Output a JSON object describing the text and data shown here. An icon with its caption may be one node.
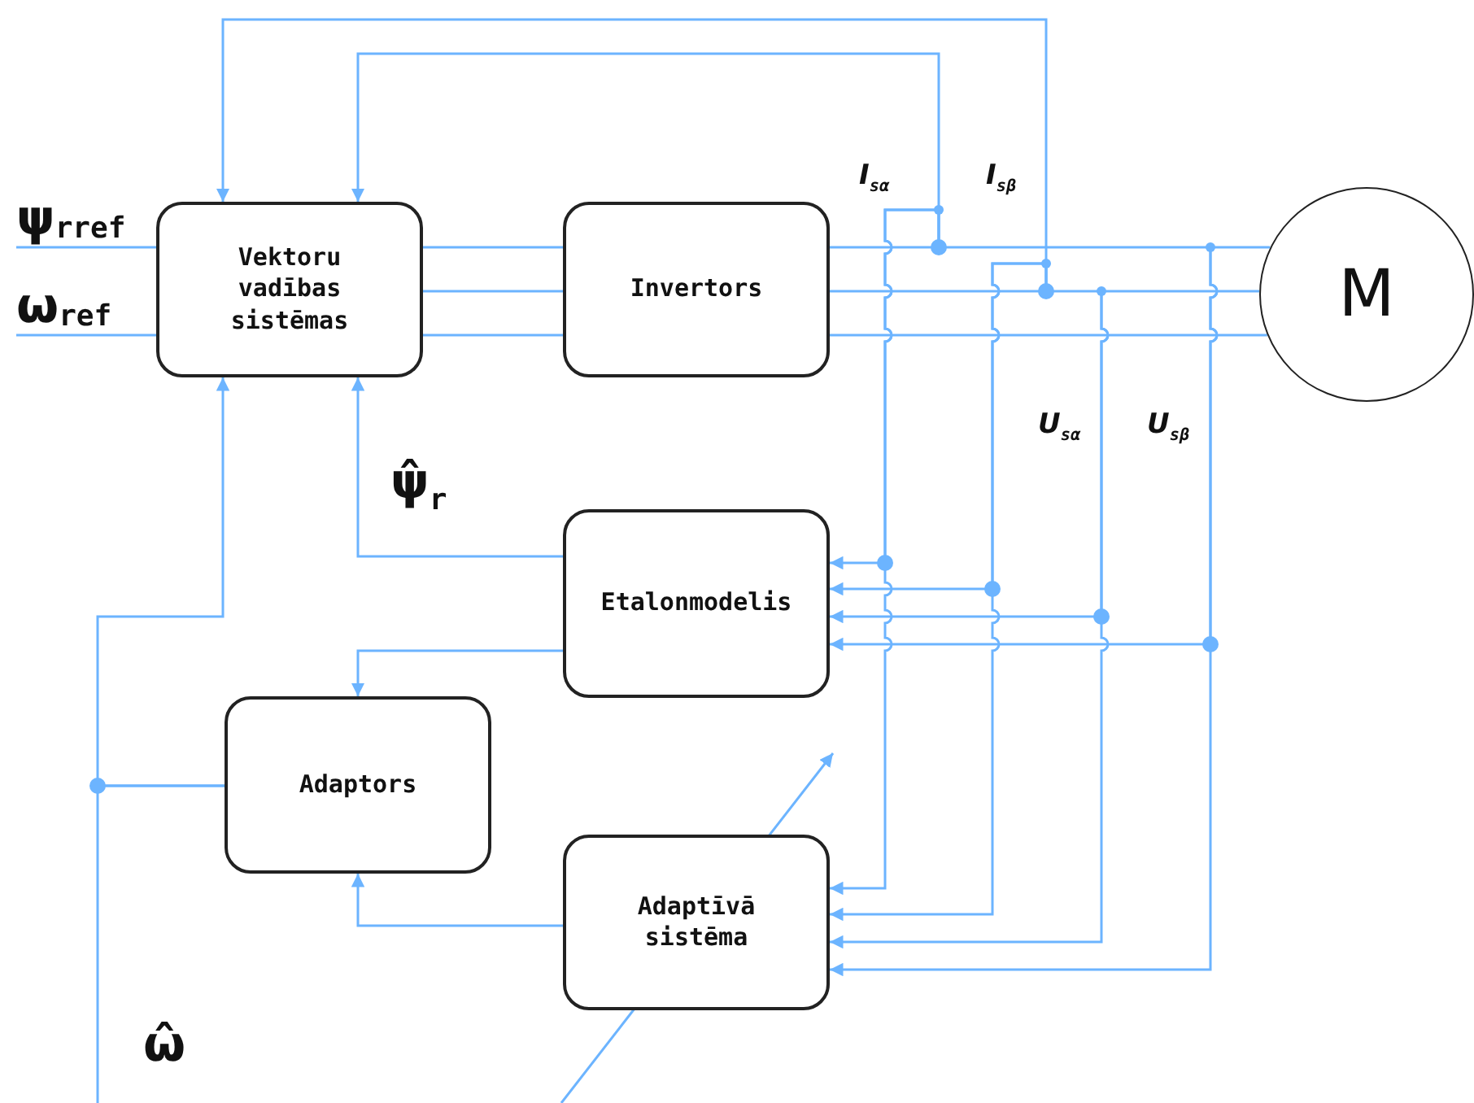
{
  "diagram": {
    "nodes": [
      {
        "text": [
          "Vektoru vadības sistēmas"
        ]
      },
      {
        "text": [
          "Invertors"
        ]
      },
      {
        "text": [
          "M"
        ]
      },
      {
        "text": [
          "Etalonmodelis"
        ]
      },
      {
        "text": [
          "Adaptors"
        ]
      },
      {
        "text": [
          "Adaptīvā sistēma"
        ]
      },
      {
        "text": [
          "ψ$_{r}$$^{ref}$"
        ]
      },
      {
        "text": [
          "ω$_{ref}$"
        ]
      }
    ],
    "edges": [
      {
        "from": 6,
        "to": 0,
        "arrow": "none"
      },
      {
        "from": 7,
        "to": 0,
        "arrow": "none"
      },
      {
        "from": 0,
        "to": 1,
        "arrow": "none"
      },
      {
        "from": 0,
        "to": 1,
        "arrow": "none"
      },
      {
        "from": 0,
        "to": 1,
        "arrow": "none"
      },
      {
        "from": 1,
        "to": 2,
        "arrow": "none"
      },
      {
        "from": 1,
        "to": 2,
        "arrow": "none"
      },
      {
        "from": 1,
        "to": 2,
        "arrow": "none"
      },
      {
        "from": null,
        "to": 0,
        "arrow": "to"
      },
      {
        "from": null,
        "to": 0,
        "arrow": "to"
      },
      {
        "from": null,
        "to": 3,
        "arrow": "to"
      },
      {
        "from": null,
        "to": 5,
        "arrow": "to"
      },
      {
        "from": null,
        "to": 3,
        "arrow": "to"
      },
      {
        "from": null,
        "to": 5,
        "arrow": "to"
      },
      {
        "from": null,
        "to": 3,
        "arrow": "to"
      },
      {
        "from": null,
        "to": 5,
        "arrow": "to"
      },
      {
        "from": null,
        "to": 3,
        "arrow": "to"
      },
      {
        "from": null,
        "to": 5,
        "arrow": "to"
      },
      {
        "from": 3,
        "to": 0,
        "arrow": "to"
      },
      {
        "from": 3,
        "to": 4,
        "arrow": "to"
      },
      {
        "from": 5,
        "to": 4,
        "arrow": "to"
      },
      {
        "from": 4,
        "to": 0,
        "arrow": "to"
      },
      {
        "from": 4,
        "to": null,
        "arrow": "none"
      }
    ],
    "labels": [
      "I$_{sα}$",
      "I$_{sβ}$",
      "U$_{sα}$",
      "U$_{sβ}$",
      "ψ̂$_{r}$",
      "ω̂"
    ]
  }
}
